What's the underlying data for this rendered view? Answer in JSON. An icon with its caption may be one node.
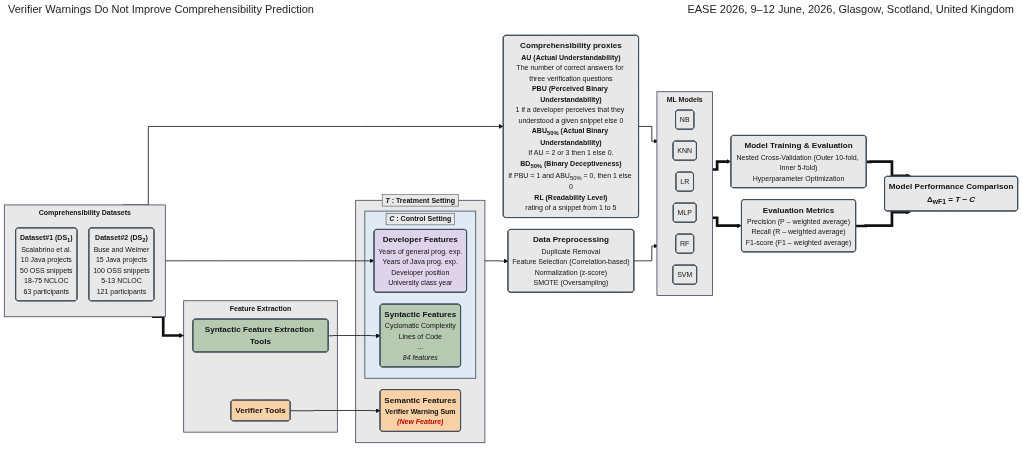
{
  "diagram": {
    "nodes": [
      {
        "text": [
          "Comprehensibility Datasets"
        ]
      },
      {
        "text": [
          "Dataset#1 (DS$_{1}$)",
          "Scalabrino et al.",
          "10 Java projects",
          "50 OSS snippets",
          "18-75 NCLOC",
          "63 participants"
        ],
        "in": 0
      },
      {
        "text": [
          "Dataset#2 (DS$_{2}$)",
          "Buse and Weimer",
          "15 Java projects",
          "100 OSS snippets",
          "5-13 NCLOC",
          "121 participants"
        ],
        "in": 0
      },
      {
        "text": [
          "Feature Extraction"
        ]
      },
      {
        "text": [
          "Syntactic Feature Extraction Tools"
        ],
        "in": 3
      },
      {
        "text": [
          "Verifier Tools"
        ],
        "in": 3
      },
      {
        "text": [
          "*T* : Treatment Setting"
        ]
      },
      {
        "text": [
          "*C* : Control Setting"
        ],
        "in": 6
      },
      {
        "text": [
          "Developer Features",
          "Years of general prog. exp.",
          "Years of Java prog. exp.",
          "Developer position",
          "University class year"
        ],
        "in": 7
      },
      {
        "text": [
          "Syntactic Features",
          "Cyclomatic Complexity",
          "Lines of Code",
          "...",
          "84 features"
        ],
        "in": 7
      },
      {
        "text": [
          "Semantic Features",
          "Verifier Warning Sum",
          "(New Feature)"
        ],
        "in": 6
      },
      {
        "text": [
          "Comprehensibility proxies",
          "AU (Actual Understandability)",
          "The number of correct answers for three verification questions",
          "PBU (Perceived Binary Understandability)",
          "1 if a developer perceives that they understood a given snippet else 0",
          "ABU$_{50%}$ (Actual Binary Understandability)",
          "If AU = 2 or 3 then 1 else 0.",
          "BD$_{50%}$ (Binary Deceptiveness)",
          "If PBU = 1 and ABU$_{50%}$ = 0, then 1 else 0",
          "RL (Readability Level)",
          "rating of a snippet from 1 to 5"
        ]
      },
      {
        "text": [
          "Data Preprocessing",
          "Duplicate Removal",
          "Feature Selection (Correlation-based)",
          "Normalization (z-score)",
          "SMOTE (Oversampling)"
        ]
      },
      {
        "text": [
          "ML Models"
        ]
      },
      {
        "text": [
          "NB"
        ],
        "in": 13
      },
      {
        "text": [
          "KNN"
        ],
        "in": 13
      },
      {
        "text": [
          "LR"
        ],
        "in": 13
      },
      {
        "text": [
          "MLP"
        ],
        "in": 13
      },
      {
        "text": [
          "RF"
        ],
        "in": 13
      },
      {
        "text": [
          "SVM"
        ],
        "in": 13
      },
      {
        "text": [
          "Model Training & Evaluation",
          "Nested Cross-Validation (Outer 10-fold, Inner 5-fold)",
          "Hyperparameter Optimization"
        ]
      },
      {
        "text": [
          "Evaluation Metrics",
          "Precision (P – weighted average)",
          "Recall (R – weighted average)",
          "F1-score (F1 – weighted average)"
        ]
      },
      {
        "text": [
          "Model Performance Comparison",
          "Δ$_{wF1}$ = *T* − *C*"
        ]
      }
    ],
    "edges": [
      {
        "from": 0,
        "to": 3,
        "arrow": "to",
        "style": "thick"
      },
      {
        "from": 0,
        "to": 11,
        "arrow": "to"
      },
      {
        "from": 0,
        "to": 8,
        "arrow": "to"
      },
      {
        "from": 4,
        "to": 9,
        "arrow": "to"
      },
      {
        "from": 5,
        "to": 10,
        "arrow": "to"
      },
      {
        "from": 6,
        "to": 12,
        "arrow": "to"
      },
      {
        "from": 11,
        "to": 13,
        "arrow": "to"
      },
      {
        "from": 12,
        "to": 13,
        "arrow": "to"
      },
      {
        "from": 13,
        "to": 20,
        "arrow": "to",
        "style": "thick"
      },
      {
        "from": 13,
        "to": 21,
        "arrow": "to",
        "style": "thick"
      },
      {
        "from": 20,
        "to": 22,
        "arrow": "to",
        "style": "thick"
      },
      {
        "from": 21,
        "to": 22,
        "arrow": "to",
        "style": "thick"
      }
    ],
    "labels": [
      "Verifier Warnings Do Not Improve Comprehensibility Prediction",
      "EASE 2026, 9–12 June, 2026, Glasgow, Scotland, United Kingdom"
    ]
  }
}
